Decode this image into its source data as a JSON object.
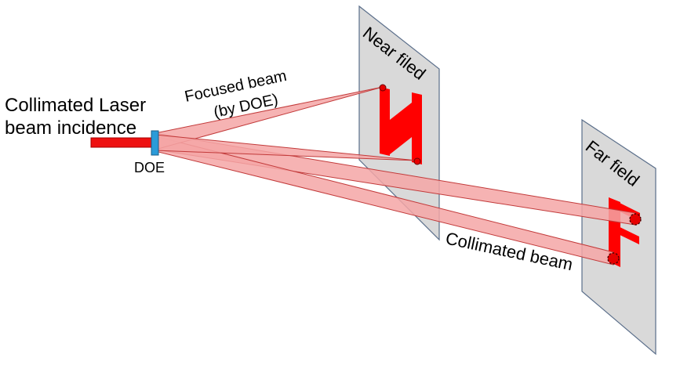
{
  "labels": {
    "incidence_line1": "Collimated Laser",
    "incidence_line2": "beam incidence",
    "doe": "DOE",
    "focused_line1": "Focused beam",
    "focused_line2": "(by DOE)",
    "near_field": "Near filed",
    "far_field": "Far field",
    "collimated_beam": "Collimated beam"
  },
  "letters": {
    "near": "N",
    "far": "F"
  },
  "colors": {
    "laser": "#ee1111",
    "doe": "#2b9bd8",
    "beam_fill": "#f4a6a6",
    "beam_stroke": "#c23a3a",
    "plane_fill": "#d9d9d9",
    "plane_stroke": "#5a6e8a",
    "letter": "#ff0000"
  }
}
